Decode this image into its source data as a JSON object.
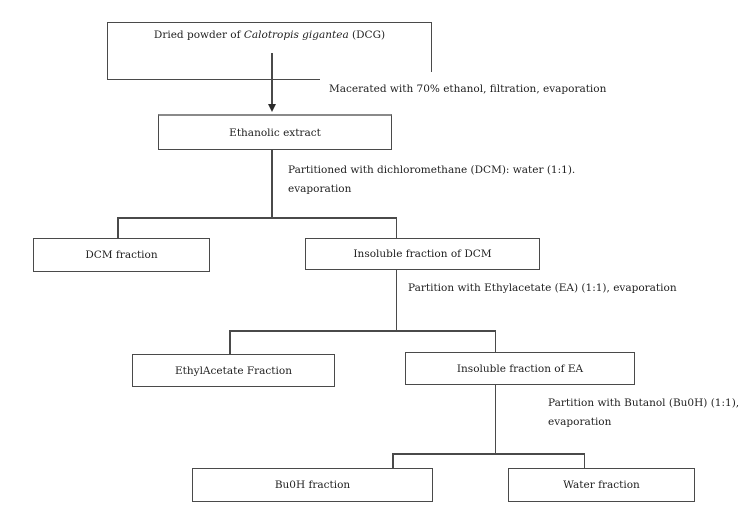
{
  "diagram": {
    "title_box": {
      "prefix": "Dried powder of ",
      "species": "Calotropis gigantea",
      "suffix": " (DCG)"
    },
    "boxes": {
      "ethanolic": "Ethanolic extract",
      "dcm": "DCM fraction",
      "insoluble_dcm": "Insoluble fraction of DCM",
      "ethyl_acetate": "EthylAcetate Fraction",
      "insoluble_ea": "Insoluble fraction of EA",
      "buoh": "Bu0H fraction",
      "water": "Water fraction"
    },
    "annotations": {
      "macerated": "Macerated with 70% ethanol, filtration, evaporation",
      "dcm_partition_line1": "Partitioned with dichloromethane (DCM): water (1:1).",
      "dcm_partition_line2": "evaporation",
      "ea_partition": "Partition with Ethylacetate (EA) (1:1), evaporation",
      "buoh_partition_line1": "Partition with Butanol (Bu0H) (1:1),",
      "buoh_partition_line2": "evaporation"
    },
    "colors": {
      "line": "#4a4a4a",
      "text": "#1f1f1f",
      "background": "#ffffff"
    }
  }
}
